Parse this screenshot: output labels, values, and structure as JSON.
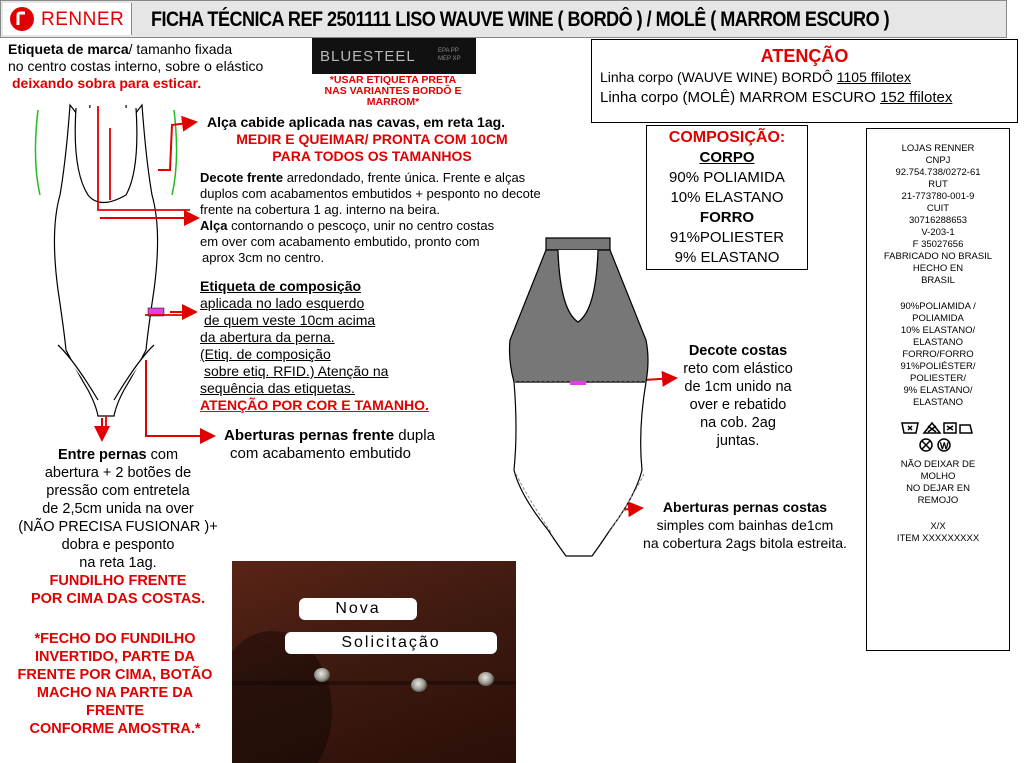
{
  "header": {
    "brand": "RENNER",
    "title": "FICHA TÉCNICA REF 2501111 LISO WAUVE WINE ( BORDÔ ) / MOLÊ ( MARROM ESCURO )"
  },
  "brand_label": {
    "heading": "Etiqueta de marca",
    "heading_rest": "/ tamanho fixada",
    "line2": "no centro costas interno, sobre o elástico",
    "line3": "deixando sobra para esticar.",
    "tag_text": "BLUESTEEL",
    "tag_note": "*USAR ETIQUETA PRETA NAS VARIANTES BORDÔ E MARROM*"
  },
  "attention": {
    "title": "ATENÇÃO",
    "line1_a": "Linha corpo (WAUVE WINE) BORDÔ ",
    "line1_b": "1105 ffilotex",
    "line2_a": "Linha corpo (MOLÊ) MARROM ESCURO ",
    "line2_b": "152 ffilotex"
  },
  "composition": {
    "title": "COMPOSIÇÃO:",
    "corpo": "CORPO",
    "corpo_1": "90% POLIAMIDA",
    "corpo_2": "10% ELASTANO",
    "forro": "FORRO",
    "forro_1": "91%POLIESTER",
    "forro_2": "9% ELASTANO"
  },
  "care_label": [
    "LOJAS RENNER",
    "CNPJ",
    "92.754.738/0272-61",
    "RUT",
    "21-773780-001-9",
    "CUIT",
    "30716288653",
    "V-203-1",
    "F 35027656",
    "FABRICADO NO BRASIL",
    "HECHO EN",
    "BRASIL",
    "",
    "90%POLIAMIDA /",
    "POLIAMIDA",
    "10% ELASTANO/",
    "ELASTANO",
    "FORRO/FORRO",
    "91%POLIÉSTER/",
    "POLIESTER/",
    "9% ELASTANO/",
    "ELASTANO"
  ],
  "care_label_bottom": [
    "NÃO DEIXAR DE",
    "MOLHO",
    "NO DEJAR EN",
    "REMOJO",
    "",
    "X/X",
    "ITEM XXXXXXXXX"
  ],
  "notes": {
    "alca_1": "Alça cabide aplicada nas cavas, em reta 1ag.",
    "alca_2": "MEDIR E QUEIMAR/ PRONTA COM 10CM",
    "alca_3": "PARA TODOS OS TAMANHOS",
    "decote_b": "Decote frente",
    "decote_rest": " arredondado, frente única. Frente e alças",
    "decote_2": "duplos com acabamentos embutidos + pesponto no decote",
    "decote_3": "frente na cobertura 1 ag. interno na beira.",
    "alca2_b": "Alça",
    "alca2_rest": " contornando o pescoço, unir no centro costas",
    "alca2_2": "em over com acabamento embutido, pronto com",
    "alca2_3": "aprox 3cm no centro.",
    "comp_title": "Etiqueta de composição",
    "comp_1": "aplicada no lado esquerdo",
    "comp_2": "de quem veste 10cm acima",
    "comp_3": "da abertura da perna.",
    "comp_4": "(Etiq. de composição",
    "comp_5": "sobre etiq. RFID.) Atenção na",
    "comp_6": "sequência das etiquetas.",
    "comp_7": "ATENÇÃO POR COR E TAMANHO.",
    "aberturas_b": "Aberturas pernas frente",
    "aberturas_rest": " dupla",
    "aberturas_2": "com acabamento embutido",
    "entre_b": "Entre pernas",
    "entre_rest": " com",
    "entre_2": "abertura + 2 botões de",
    "entre_3": "pressão com entretela",
    "entre_4": "de 2,5cm unida na over",
    "entre_5": "(NÃO PRECISA FUSIONAR )+",
    "entre_6": "dobra e pesponto",
    "entre_7": "na reta 1ag.",
    "fundilho_1": "FUNDILHO FRENTE",
    "fundilho_2": "POR CIMA DAS COSTAS.",
    "fecho_1": "*FECHO DO FUNDILHO",
    "fecho_2": "INVERTIDO, PARTE DA",
    "fecho_3": "FRENTE POR CIMA, BOTÃO",
    "fecho_4": "MACHO NA PARTE DA",
    "fecho_5": "FRENTE",
    "fecho_6": "CONFORME AMOSTRA.*",
    "decote_costas_t": "Decote costas",
    "decote_costas_1": "reto com elástico",
    "decote_costas_2": "de 1cm unido na",
    "decote_costas_3": "over e rebatido",
    "decote_costas_4": "na cob. 2ag",
    "decote_costas_5": "juntas.",
    "ab_costas_t": "Aberturas pernas costas",
    "ab_costas_1": "simples com bainhas de1cm",
    "ab_costas_2": "na cobertura 2ags bitola estreita."
  },
  "photo": {
    "pill_1": "Nova",
    "pill_2": "Solicitação"
  }
}
